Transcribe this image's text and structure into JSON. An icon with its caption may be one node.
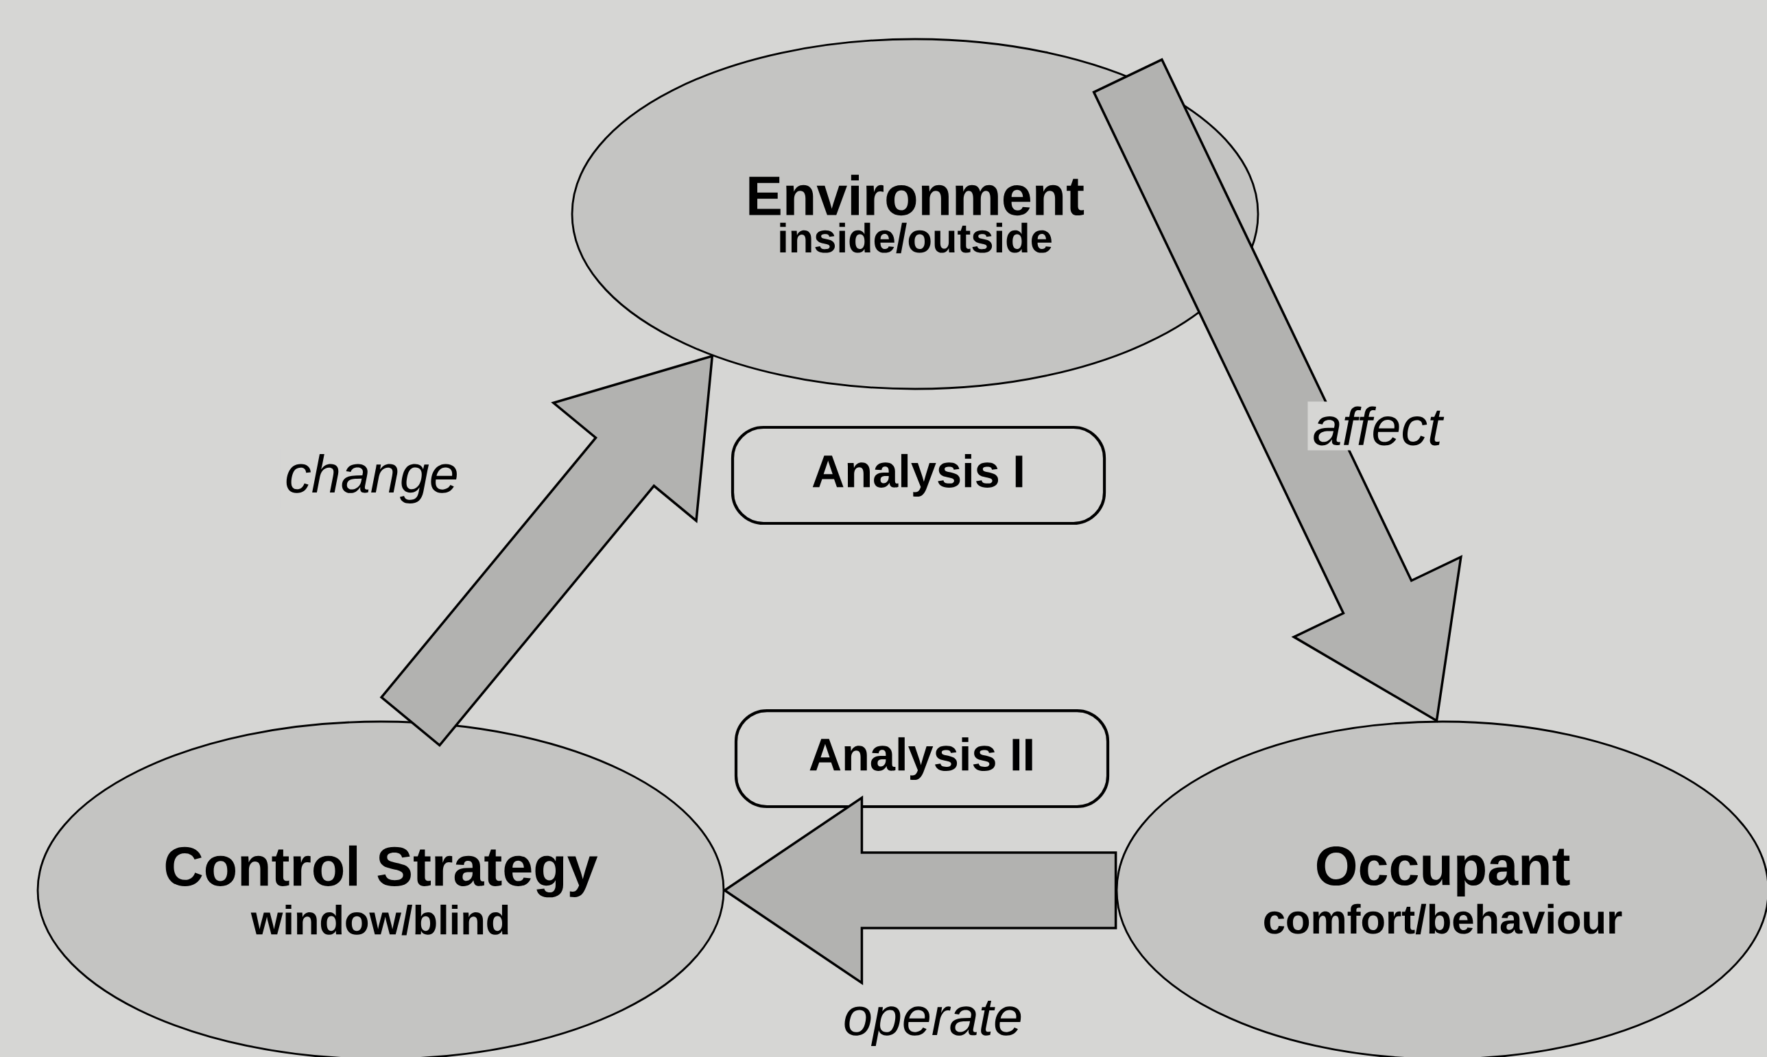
{
  "diagram": {
    "nodes": [
      {
        "text": [
          "Environment",
          "inside/outside"
        ]
      },
      {
        "text": [
          "Analysis I"
        ]
      },
      {
        "text": [
          "Analysis II"
        ]
      },
      {
        "text": [
          "Control Strategy",
          "window/blind"
        ]
      },
      {
        "text": [
          "Occupant",
          "comfort/behaviour"
        ]
      }
    ],
    "edges": [
      {
        "from": 3,
        "to": 0,
        "arrow": "to",
        "label": "change"
      },
      {
        "from": 0,
        "to": 4,
        "arrow": "to",
        "label": "affect"
      },
      {
        "from": 4,
        "to": 3,
        "arrow": "to",
        "label": "operate"
      }
    ]
  }
}
